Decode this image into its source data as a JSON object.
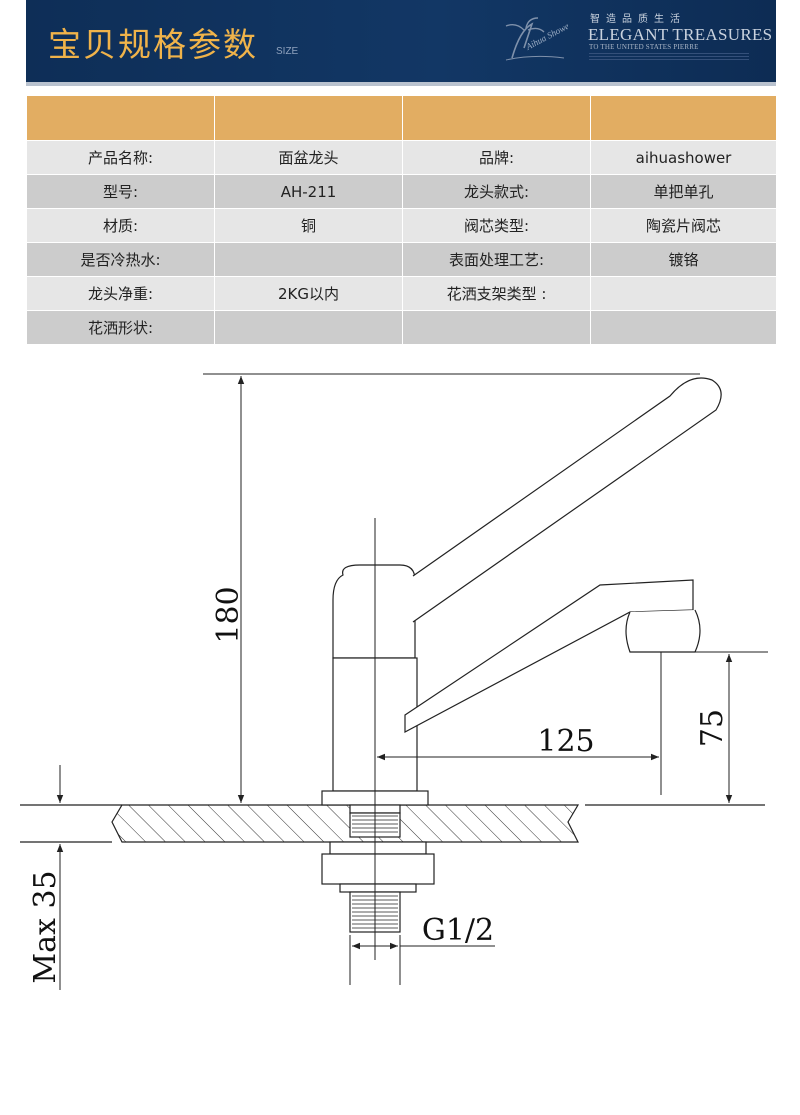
{
  "banner": {
    "title": "宝贝规格参数",
    "subtitle": "SIZE",
    "logo_text": "Aihua Shower",
    "brand_cn": "智造品质生活",
    "brand_en": "ELEGANT TREASURES",
    "brand_en_sub": "TO THE UNITED STATES PIERRE"
  },
  "spec_table": {
    "rows": [
      [
        "产品名称:",
        "面盆龙头",
        "品牌:",
        "aihuashower"
      ],
      [
        "型号:",
        "AH-211",
        "龙头款式:",
        "单把单孔"
      ],
      [
        "材质:",
        "铜",
        "阀芯类型:",
        "陶瓷片阀芯"
      ],
      [
        "是否冷热水:",
        "",
        "表面处理工艺:",
        "镀铬"
      ],
      [
        "龙头净重:",
        "2KG以内",
        "花洒支架类型 :",
        ""
      ],
      [
        "花洒形状:",
        "",
        "",
        ""
      ]
    ]
  },
  "drawing": {
    "dim_height": "180",
    "dim_reach": "125",
    "dim_spout_height": "75",
    "dim_thread": "G1/2",
    "dim_max_thickness": "Max 35"
  },
  "colors": {
    "banner_bg": "#123765",
    "banner_title": "#f0b34a",
    "table_header": "#e2ad62",
    "row_light": "#e6e6e6",
    "row_dark": "#cccccc"
  }
}
